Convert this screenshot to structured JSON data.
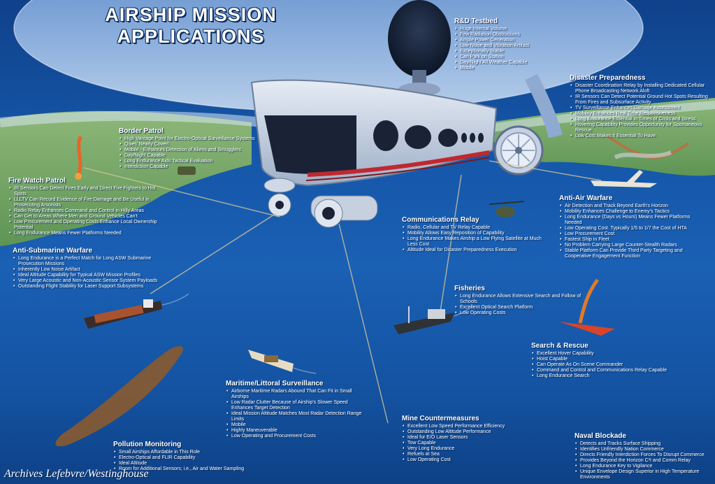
{
  "title_line1": "AIRSHIP MISSION",
  "title_line2": "APPLICATIONS",
  "credit": "Archives Lefebvre/Westinghouse",
  "sections": {
    "rd_testbed": {
      "heading": "R&D Testbed",
      "items": [
        "Huge Internal Volume",
        "Few Radiation Obstructions",
        "Ample Power Generation",
        "Low Noise and Vibration Artifact",
        "Exceptionally Stable",
        "Can Park on Station",
        "Day/Night All Weather Capable",
        "Mobile"
      ]
    },
    "disaster": {
      "heading": "Disaster Preparedness",
      "items": [
        "Disaster Coordination Relay by Installing Dedicated Cellular Phone Broadcasting Network Aloft",
        "IR Sensors Can Detect Potential Ground Hot Spots Resulting From Fires and Subsurface Activity",
        "TV Surveillance Enhances Damage Assessment",
        "Mobility Enhances Real Time Responsiveness",
        "Long Endurance Essential in Times of Crisis and Stress",
        "Hovering Capability Provides Opportunity for Spontaneous Rescue",
        "Low Cost Makes it Essential To Have"
      ]
    },
    "border": {
      "heading": "Border Patrol",
      "items": [
        "High Vantage Point for Electro-Optical Surveillance Systems",
        "Quiet/ Nearly Covert",
        "Mobile - Enhances Detection of Aliens and Smugglers",
        "Day/Night Capable",
        "Long Endurance Aids Tactical Evaluation",
        "Interdiction Capable"
      ]
    },
    "fire": {
      "heading": "Fire Watch Patrol",
      "items": [
        "IR Sensors Can Detect Fires Early and Direct Fire Fighters to Hot Spots",
        "LLLTV Can Record Evidence of Fire Damage and Be Useful in Prosecuting Arsonists",
        "Radio Relay Enhances Command and Control in Hilly Areas",
        "Can Get to Areas Where Men and Ground Vehicles Can't",
        "Low Procurement and Operating Costs Enhance Local Ownership Potential",
        "Long Endurance Means Fewer Platforms Needed"
      ]
    },
    "antiair": {
      "heading": "Anti-Air Warfare",
      "items": [
        "Air Detection and Track Beyond Earth's Horizon",
        "Mobility Enhances Challenge to Enemy's Tactics",
        "Long Endurance (Days vs Hours) Means Fewer Platforms Needed",
        "Low Operating Cost. Typically 1/5 to 1/7 the Cost of HTA",
        "Low Procurement Cost",
        "Fastest Ship in Fleet",
        "No Problem Carrying Large Counter-Stealth Radars",
        "Stable Platform Can Provide Third Party Targeting and Cooperative Engagement Function"
      ]
    },
    "comms": {
      "heading": "Communications Relay",
      "items": [
        "Radio, Cellular and TV Relay Capable",
        "Mobility Allows Easy Reposition of Capability",
        "Long Endurance Makes Airship a Low Flying Satellite at Much Less Cost",
        "Altitude Ideal for Disaster Preparedness Execution"
      ]
    },
    "asw": {
      "heading": "Anti-Submarine Warfare",
      "items": [
        "Long Endurance is a Perfect Match for Long ASW Submarine Prosecution Missions",
        "Inherently Low Noise Artifact",
        "Ideal Altitude Capability for Typical ASW Mission Profiles",
        "Very Large Acoustic and Non-Acoustic Sensor System Payloads",
        "Outstanding Flight Stability for Laser Support Subsystems"
      ]
    },
    "fisheries": {
      "heading": "Fisheries",
      "items": [
        "Long Endurance Allows Extensive Search and Follow of Schools",
        "Excellent Optical Search Platform",
        "Low Operating Costs"
      ]
    },
    "sar": {
      "heading": "Search & Rescue",
      "items": [
        "Excellent Hover Capability",
        "Hoist Capable",
        "Can Operate As On Scene Commander",
        "Command and Control and Communications Relay Capable",
        "Long Endurance Search"
      ]
    },
    "maritime": {
      "heading": "Maritime/Littoral Surveillance",
      "items": [
        "Airborne Maritime Radars Abound That Can Fit in Small Airships",
        "Low Radar Clutter Because of Airship's Slower Speed Enhances Target Detection",
        "Ideal Mission Altitude Matches Most Radar Detection Range Limits",
        "Mobile",
        "Highly Maneuverable",
        "Low Operating and Procurement Costs"
      ]
    },
    "mine": {
      "heading": "Mine Countermeasures",
      "items": [
        "Excellent Low Speed Performance Efficiency",
        "Outstanding Low Altitude Performance",
        "Ideal for E/O Laser Sensors",
        "Tow Capable",
        "Very Long Endurance",
        "Refuels at Sea",
        "Low Operating Cost"
      ]
    },
    "pollution": {
      "heading": "Pollution Monitoring",
      "items": [
        "Small Airships Affordable in This Role",
        "Electro-Optical and FLIR Capability",
        "Ideal Altitude",
        "Room for Additional Sensors; i.e., Air and Water Sampling"
      ]
    },
    "naval": {
      "heading": "Naval Blockade",
      "items": [
        "Detects and Tracks Surface Shipping",
        "Identifies Unfriendly Nation Commerce",
        "Directs Friendly Interdiction Forces To Disrupt Commerce",
        "Provides Beyond the Horizon C³I and Comm Relay",
        "Long Endurance Key to Vigilance",
        "Unique Envelope Design Superior in High Temperature Environments"
      ]
    }
  }
}
